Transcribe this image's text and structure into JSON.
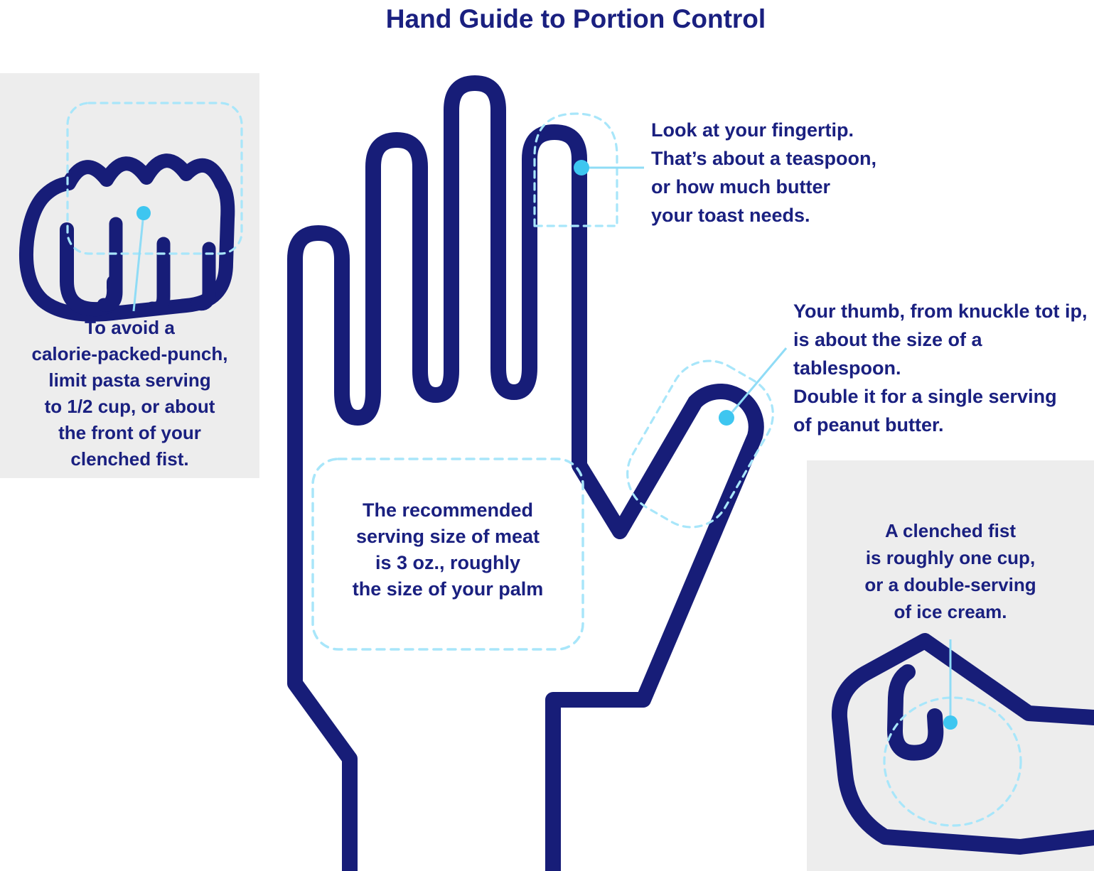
{
  "title": "Hand Guide to Portion Control",
  "colors": {
    "navy": "#171d78",
    "text_navy": "#1a2080",
    "cyan_dot": "#3ec6f0",
    "cyan_connector": "#8fdcf6",
    "cyan_dashed": "#a8e6fa",
    "panel_gray": "#ededed",
    "background": "#ffffff"
  },
  "notes": {
    "fingertip": {
      "text": "Look at your fingertip.\nThat’s about a teaspoon,\nor how much butter\nyour toast needs."
    },
    "thumb": {
      "text": "Your thumb, from knuckle tot ip,\nis about the size of a tablespoon.\nDouble it for a single serving\nof peanut butter."
    },
    "palm": {
      "text": "The recommended\nserving size of meat\nis 3 oz., roughly\nthe size of your palm"
    },
    "pasta": {
      "text": "To avoid a\ncalorie-packed-punch,\nlimit pasta serving\nto 1/2 cup, or about\nthe front of your\nclenched fist."
    },
    "ice_cream": {
      "text": "A clenched fist\nis roughly one cup,\nor a double-serving\nof ice cream."
    }
  },
  "icons": {
    "hand": "hand-outline-icon",
    "fist_front": "fist-front-icon",
    "fist_side": "fist-side-icon"
  }
}
